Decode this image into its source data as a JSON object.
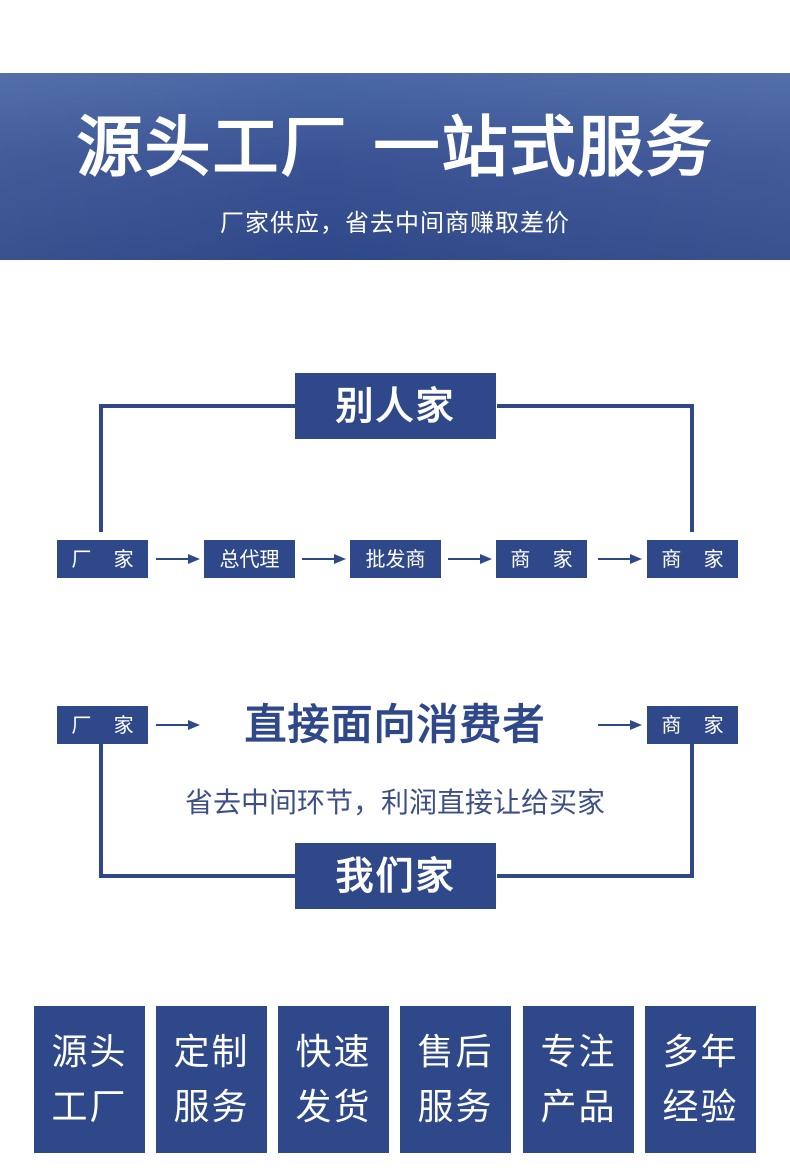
{
  "banner": {
    "title": "源头工厂 一站式服务",
    "subtitle": "厂家供应，省去中间商赚取差价"
  },
  "others": {
    "heading": "别人家",
    "chain": [
      "厂 家",
      "总代理",
      "批发商",
      "商 家",
      "商 家"
    ]
  },
  "ours": {
    "heading": "我们家",
    "start": "厂 家",
    "end": "商 家",
    "center_title": "直接面向消费者",
    "center_subtitle": "省去中间环节，利润直接让给买家"
  },
  "features": [
    {
      "line1": "源头",
      "line2": "工厂"
    },
    {
      "line1": "定制",
      "line2": "服务"
    },
    {
      "line1": "快速",
      "line2": "发货"
    },
    {
      "line1": "售后",
      "line2": "服务"
    },
    {
      "line1": "专注",
      "line2": "产品"
    },
    {
      "line1": "多年",
      "line2": "经验"
    }
  ],
  "colors": {
    "brand_blue": "#2f4889",
    "banner_top": "#4a68a6",
    "text_blue": "#3d4f86"
  }
}
